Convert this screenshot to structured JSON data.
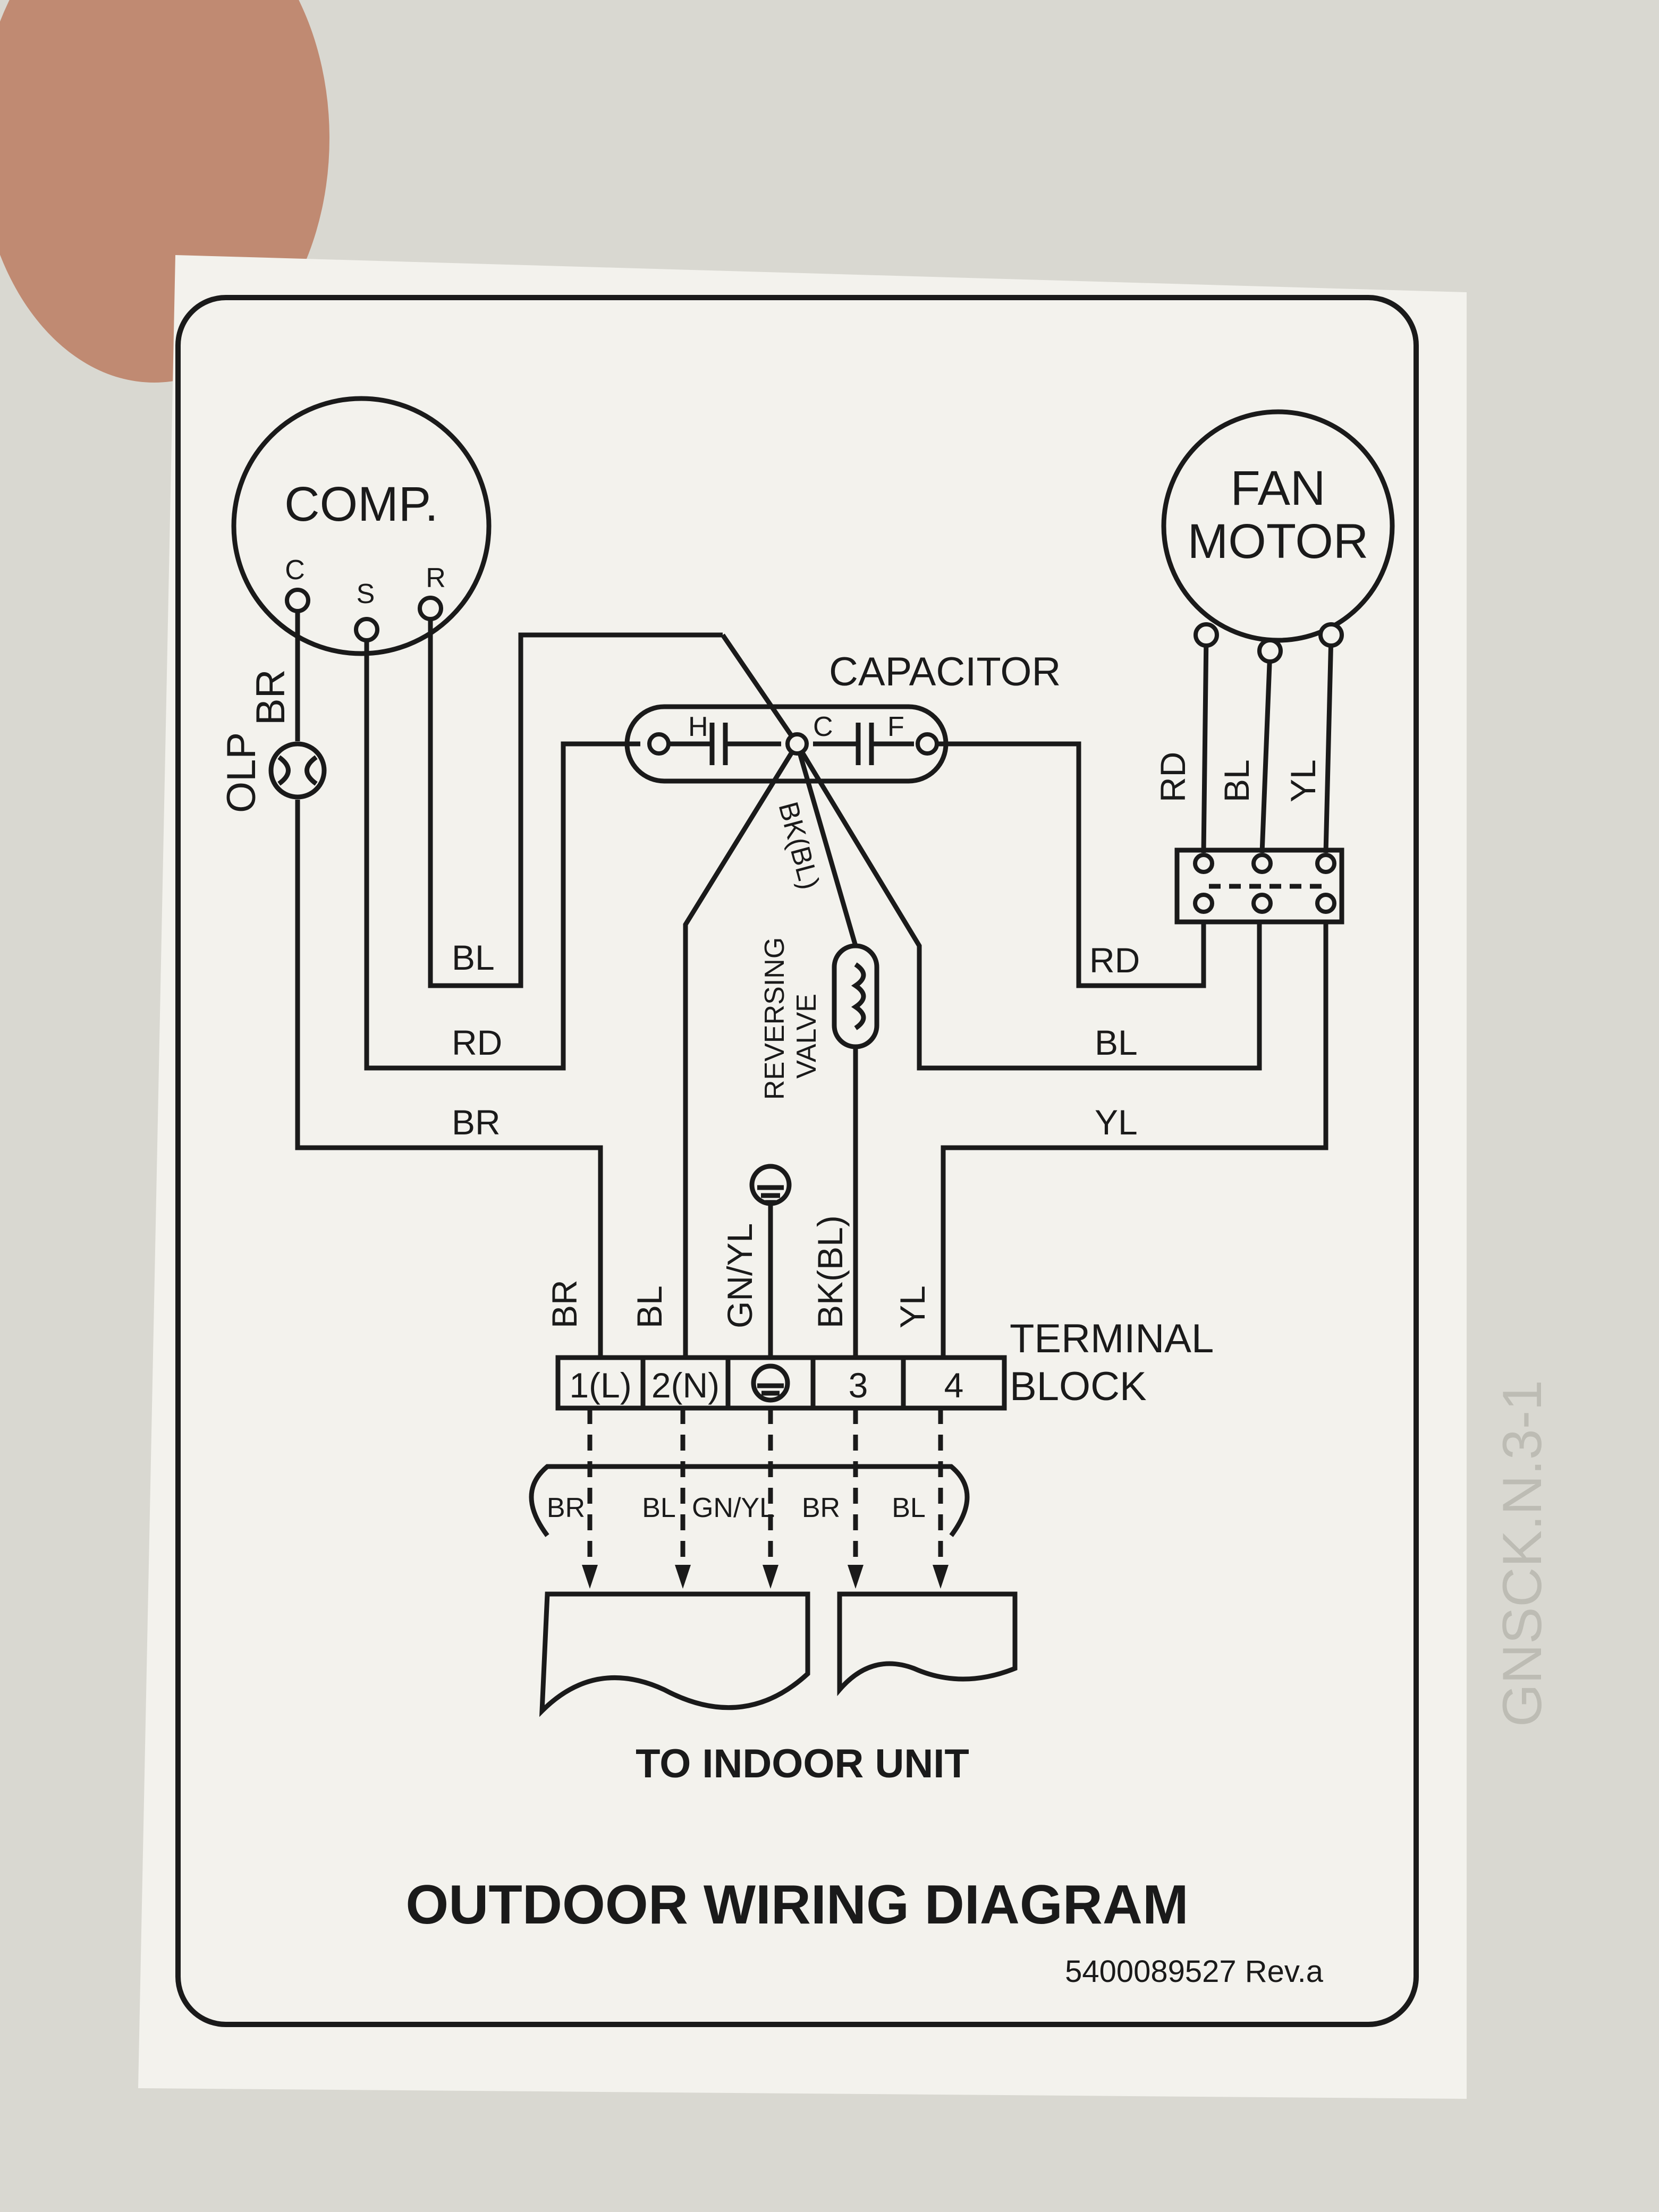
{
  "components": {
    "compressor": {
      "label": "COMP.",
      "terminals": [
        "C",
        "S",
        "R"
      ]
    },
    "overload": {
      "label": "OLP",
      "wire": "BR"
    },
    "fan_motor": {
      "label_line1": "FAN",
      "label_line2": "MOTOR",
      "wires": [
        "RD",
        "BL",
        "YL"
      ]
    },
    "capacitor": {
      "label": "CAPACITOR",
      "terminals": [
        "H",
        "C",
        "F"
      ],
      "wire": "BK(BL)"
    },
    "reversing_valve": {
      "label_line1": "REVERSING",
      "label_line2": "VALVE"
    },
    "ground": {
      "label": "GN/YL"
    }
  },
  "wires": {
    "comp_r": "BL",
    "comp_s": "RD",
    "comp_c": "BR",
    "fan_rd": "RD",
    "fan_bl": "BL",
    "fan_yl": "YL"
  },
  "terminal_block": {
    "label_line1": "TERMINAL",
    "label_line2": "BLOCK",
    "top_wires": [
      "BR",
      "BL",
      "GN/YL",
      "BK(BL)",
      "YL"
    ],
    "terminals": [
      "1(L)",
      "2(N)",
      "3",
      "4"
    ]
  },
  "cable": {
    "wires": [
      "BR",
      "BL",
      "GN/YL",
      "BR",
      "BL"
    ]
  },
  "indoor_label": "TO INDOOR UNIT",
  "title": "OUTDOOR WIRING DIAGRAM",
  "part_number": "5400089527 Rev.a",
  "side_stamp": "GNSCK.N.3-1",
  "colors": {
    "ink": "#1a1a1a",
    "paper": "#f3f2ed",
    "background": "#d9d8d1"
  }
}
